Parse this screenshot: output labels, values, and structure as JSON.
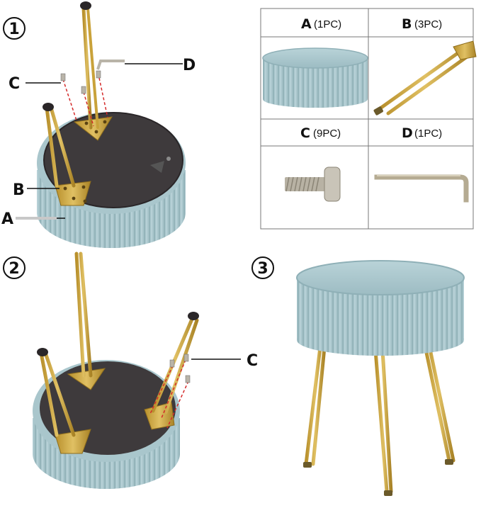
{
  "steps": [
    "1",
    "2",
    "3"
  ],
  "callouts": {
    "a": "A",
    "b": "B",
    "c": "C",
    "d": "D"
  },
  "parts_table": [
    {
      "letter": "A",
      "qty": "(1PC)"
    },
    {
      "letter": "B",
      "qty": "(3PC)"
    },
    {
      "letter": "C",
      "qty": "(9PC)"
    },
    {
      "letter": "D",
      "qty": "(1PC)"
    }
  ],
  "colors": {
    "velvet": "#a9c6cc",
    "velvet_dark": "#7fa3ab",
    "gold": "#c9a23a",
    "base": "#3e3a3c",
    "screw_line": "#d42a2a"
  }
}
